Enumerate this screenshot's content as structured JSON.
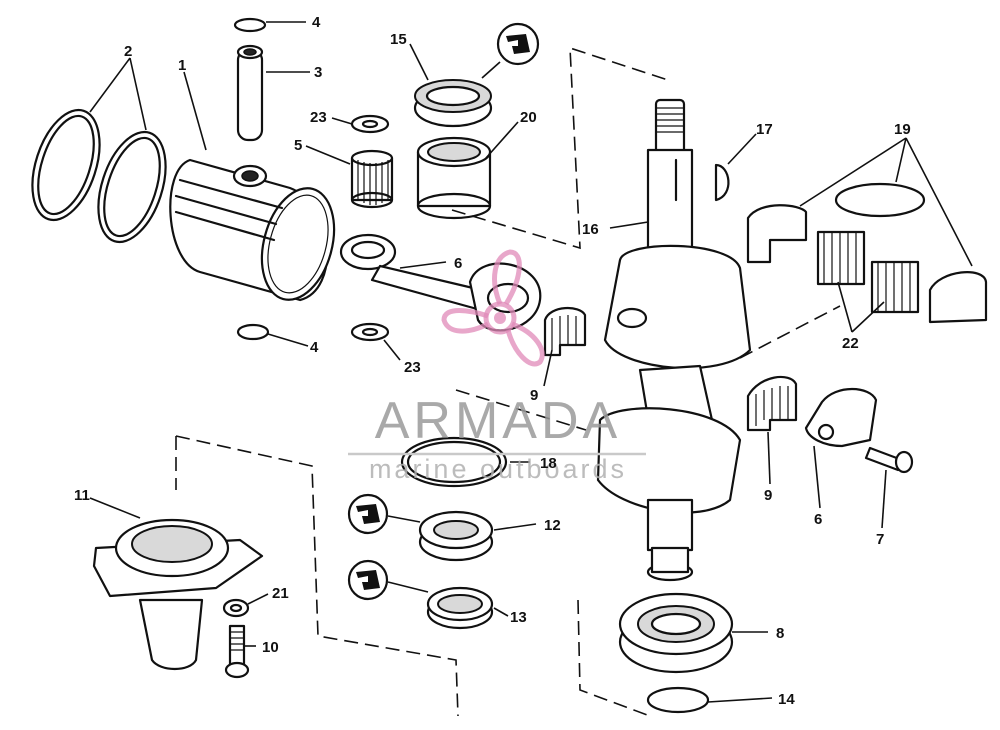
{
  "callouts": {
    "c1": "1",
    "c2": "2",
    "c3": "3",
    "c4a": "4",
    "c4b": "4",
    "c5": "5",
    "c6a": "6",
    "c6b": "6",
    "c7": "7",
    "c8": "8",
    "c9a": "9",
    "c9b": "9",
    "c10": "10",
    "c11": "11",
    "c12": "12",
    "c13": "13",
    "c14": "14",
    "c15": "15",
    "c16": "16",
    "c17": "17",
    "c18": "18",
    "c19": "19",
    "c20": "20",
    "c21": "21",
    "c22": "22",
    "c23a": "23",
    "c23b": "23"
  },
  "watermark": {
    "title": "ARMADA",
    "subtitle": "marine outboards",
    "logo_color": "#e08ab8",
    "text_color": "#9a9a9a"
  },
  "icons": {
    "sealant_symbol": "sealant-tube-icon",
    "logo": "propeller-logo-icon"
  }
}
